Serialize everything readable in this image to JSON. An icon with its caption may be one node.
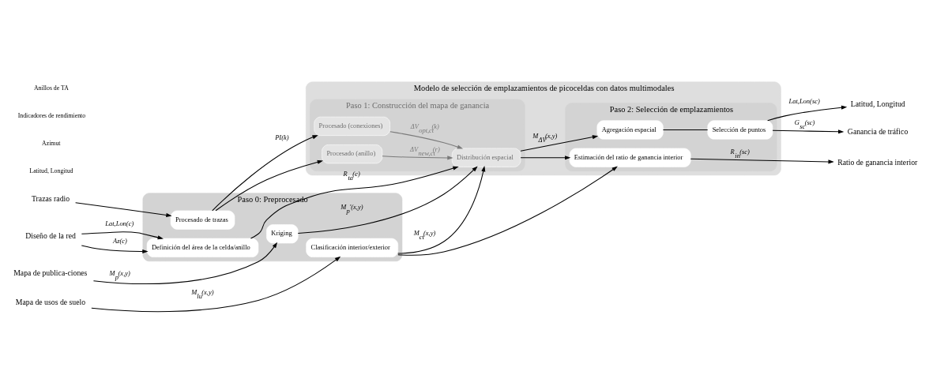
{
  "diagram": {
    "nodes": [
      {
        "text": [
          "Trazas radio"
        ]
      },
      {
        "text": [
          "Diseño de la red"
        ]
      },
      {
        "text": [
          "Mapa de publica-ciones"
        ]
      },
      {
        "text": [
          "Mapa de usos de suelo"
        ]
      },
      {
        "text": [
          "Paso 0: Preprocesado"
        ]
      },
      {
        "text": [
          "Procesado de trazas"
        ],
        "in": 4
      },
      {
        "text": [
          "Definición del área de la celda/anillo"
        ],
        "in": 4
      },
      {
        "text": [
          "Kriging"
        ],
        "in": 4
      },
      {
        "text": [
          "Clasificación interior/exterior"
        ],
        "in": 4
      },
      {
        "text": [
          "Modelo de selección de emplazamientos de picoceldas con datos multimodales"
        ]
      },
      {
        "text": [
          "Paso 1: Construcción del mapa de ganancia"
        ],
        "in": 9
      },
      {
        "text": [
          "Procesado (conexiones)"
        ],
        "in": 10
      },
      {
        "text": [
          "Procesado (anillo)"
        ],
        "in": 10
      },
      {
        "text": [
          "Distribución espacial"
        ],
        "in": 10
      },
      {
        "text": [
          "Paso 2: Selección de emplazamientos"
        ],
        "in": 9
      },
      {
        "text": [
          "Agregación espacial"
        ],
        "in": 14
      },
      {
        "text": [
          "Selección de puntos"
        ],
        "in": 14
      },
      {
        "text": [
          "Estimación del ratio de ganancia interior"
        ],
        "in": 14
      },
      {
        "text": [
          "Latitud, Longitud"
        ]
      },
      {
        "text": [
          "Ganancia de tráfico"
        ]
      },
      {
        "text": [
          "Ratio de ganancia interior"
        ]
      }
    ],
    "edges": [
      {
        "from": 0,
        "to": 5,
        "arrow": "to"
      },
      {
        "from": 1,
        "to": 6,
        "arrow": "to",
        "label": "Lat,Lon(c)"
      },
      {
        "from": 1,
        "to": 6,
        "arrow": "to",
        "label": "Az(c)"
      },
      {
        "from": 2,
        "to": 7,
        "arrow": "to",
        "label": "M$_{p}$(x,y)"
      },
      {
        "from": 3,
        "to": 8,
        "arrow": "to",
        "label": "M$_{lu}$(x,y)"
      },
      {
        "from": 5,
        "to": 11,
        "arrow": "to",
        "label": "PI(k)"
      },
      {
        "from": 5,
        "to": 12,
        "arrow": "to"
      },
      {
        "from": 11,
        "to": 13,
        "arrow": "to",
        "label": "ΔV$_{opt,ct}$(k)",
        "color": "#7a7a7a"
      },
      {
        "from": 12,
        "to": 13,
        "arrow": "to",
        "label": "ΔV$_{new,ct}$(r)",
        "color": "#7a7a7a"
      },
      {
        "from": 6,
        "to": 13,
        "arrow": "to",
        "label": "R$_{ta}$(c)"
      },
      {
        "from": 7,
        "to": 13,
        "arrow": "to",
        "label": "M$_{p}$'(x,y)"
      },
      {
        "from": 8,
        "to": 13,
        "arrow": "to",
        "label": "M$_{ct}$(x,y)"
      },
      {
        "from": 8,
        "to": 17,
        "arrow": "to"
      },
      {
        "from": 13,
        "to": 15,
        "arrow": "to",
        "label": "M$_{ΔV}$(x,y)"
      },
      {
        "from": 13,
        "to": 17,
        "arrow": "to"
      },
      {
        "from": 15,
        "to": 16,
        "arrow": "none"
      },
      {
        "from": 16,
        "to": 18,
        "arrow": "to",
        "label": "Lat,Lon(sc)"
      },
      {
        "from": 16,
        "to": 19,
        "arrow": "to",
        "label": "G$_{sc}$(sc)"
      },
      {
        "from": 17,
        "to": 20,
        "arrow": "to",
        "label": "R$_{in}$(sc)"
      }
    ],
    "labels": [
      "Latitud, Longitud",
      "Azimut",
      "Indicadores de rendimiento",
      "Anillos de TA"
    ]
  }
}
